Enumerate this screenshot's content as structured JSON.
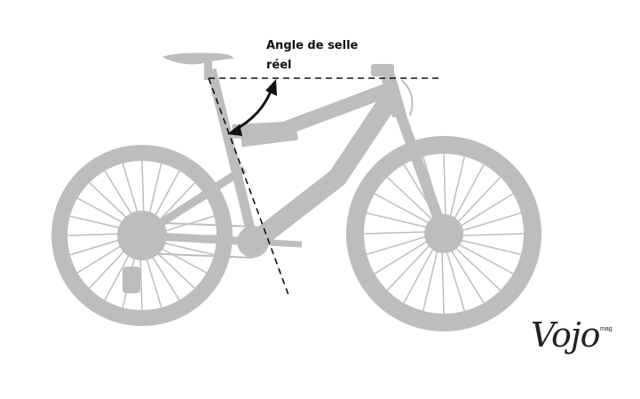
{
  "annotation": {
    "line1": "Angle de selle",
    "line2": "réel"
  },
  "logo": {
    "text": "Vojo",
    "sub": "mag"
  },
  "colors": {
    "bike": "#bdbdbd",
    "lines": "#111111"
  }
}
